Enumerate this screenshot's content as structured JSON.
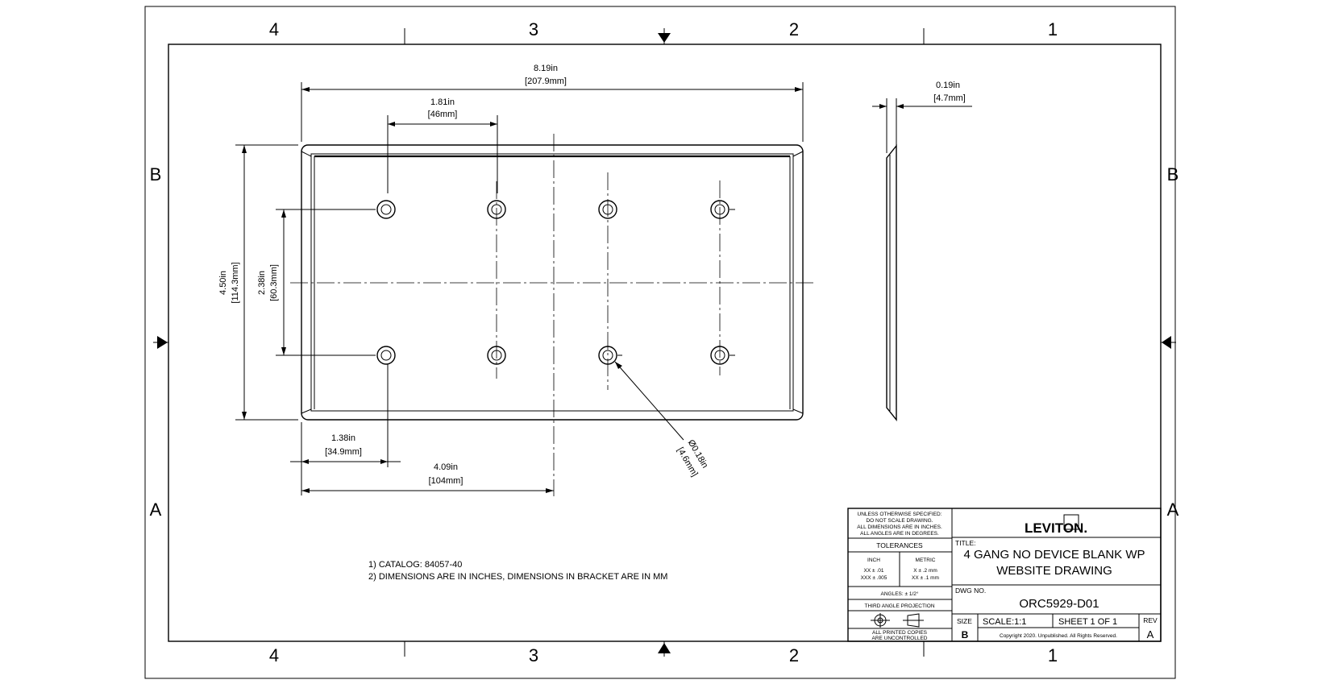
{
  "zones": {
    "columns": [
      "4",
      "3",
      "2",
      "1"
    ],
    "rows": [
      "B",
      "A"
    ]
  },
  "dimensions": {
    "overall_width": {
      "inch": "8.19in",
      "mm": "[207.9mm]"
    },
    "hole_spacing": {
      "inch": "1.81in",
      "mm": "[46mm]"
    },
    "thickness": {
      "inch": "0.19in",
      "mm": "[4.7mm]"
    },
    "overall_height": {
      "inch": "4.50in",
      "mm": "[114.3mm]"
    },
    "hole_vertical": {
      "inch": "2.38in",
      "mm": "[60.3mm]"
    },
    "edge_to_hole": {
      "inch": "1.38in",
      "mm": "[34.9mm]"
    },
    "edge_to_center": {
      "inch": "4.09in",
      "mm": "[104mm]"
    },
    "hole_diameter": {
      "inch": "Ø0.18in",
      "mm": "[4.6mm]"
    }
  },
  "notes": [
    "1) CATALOG: 84057-40",
    "2) DIMENSIONS ARE IN INCHES, DIMENSIONS IN BRACKET ARE IN MM"
  ],
  "title_block": {
    "unless_lines": [
      "UNLESS OTHERWISE SPECIFIED:",
      "DO NOT SCALE DRAWING.",
      "ALL DIMENSIONS ARE IN INCHES.",
      "ALL ANGLES ARE IN DEGREES."
    ],
    "tolerances_label": "TOLERANCES",
    "inch_label": "INCH",
    "metric_label": "METRIC",
    "inch_tol": [
      "XX    ± .01",
      "XXX  ± .005"
    ],
    "metric_tol": [
      "X     ± .2 mm",
      "XX   ± .1 mm"
    ],
    "angles": "ANGLES: ± 1/2°",
    "projection": "THIRD ANGLE PROJECTION",
    "printed_copies": [
      "ALL PRINTED COPIES",
      "ARE UNCONTROLLED"
    ],
    "logo": "LEVITON.",
    "title_label": "TITLE:",
    "title_lines": [
      "4 GANG NO DEVICE BLANK WP",
      "WEBSITE DRAWING"
    ],
    "dwg_no_label": "DWG NO.",
    "dwg_no": "ORC5929-D01",
    "size_label": "SIZE",
    "size": "B",
    "scale": "SCALE:1:1",
    "sheet": "SHEET 1 OF 1",
    "rev_label": "REV",
    "rev": "A",
    "copyright": "Copyright 2020. Unpublished. All Rights Reserved."
  }
}
